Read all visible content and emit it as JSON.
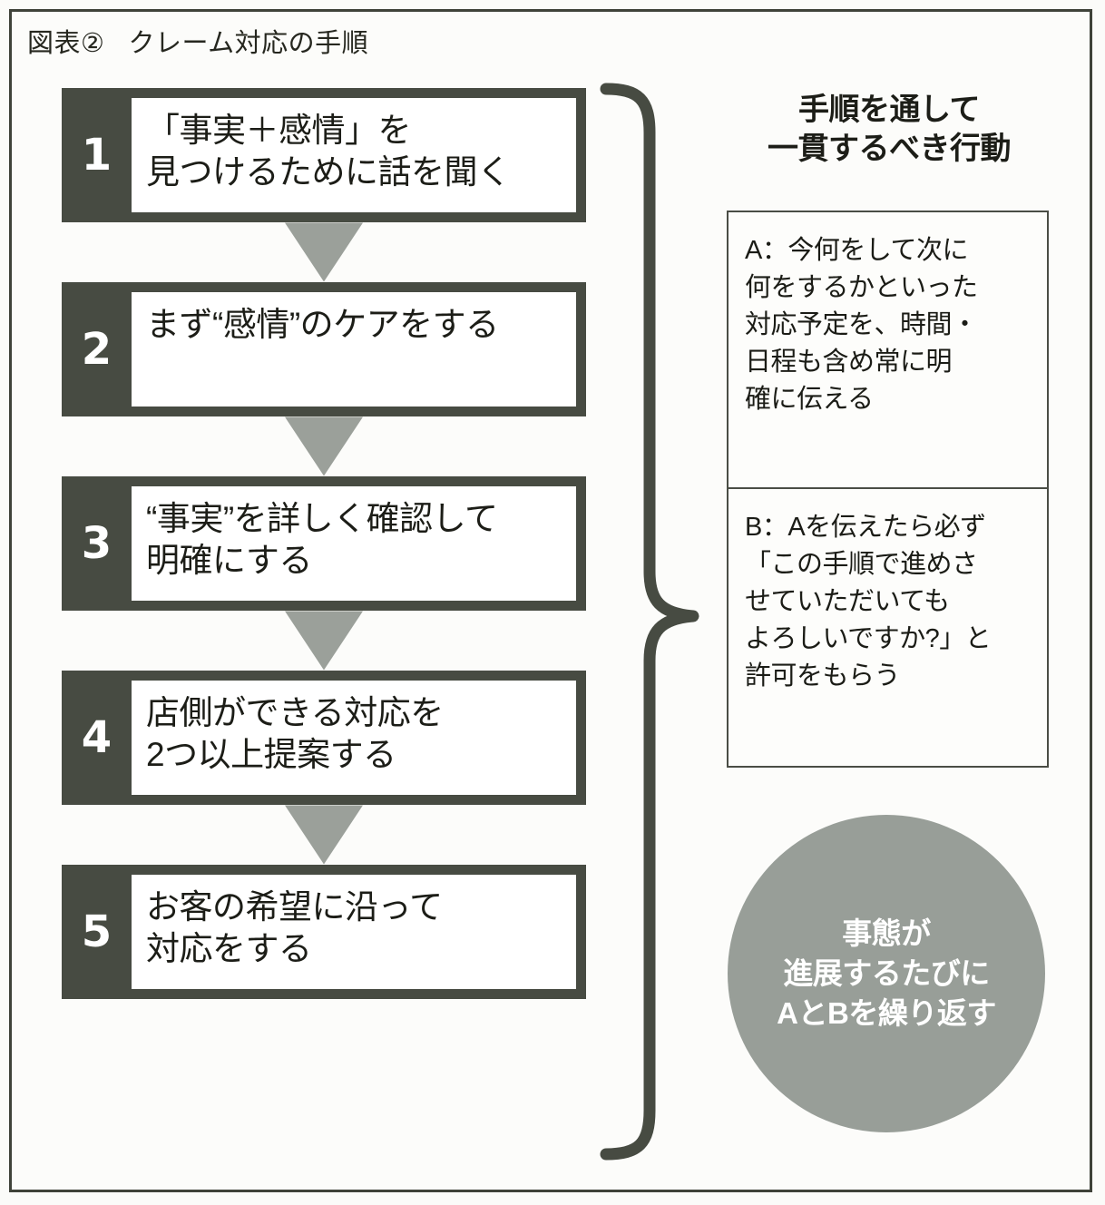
{
  "figure": {
    "label": "図表②",
    "title": "クレーム対応の手順"
  },
  "steps": [
    {
      "number": "1",
      "text": "「事実＋感情」を\n見つけるために話を聞く"
    },
    {
      "number": "2",
      "text": "まず“感情”のケアをする"
    },
    {
      "number": "3",
      "text": "“事実”を詳しく確認して\n明確にする"
    },
    {
      "number": "4",
      "text": "店側ができる対応を\n2つ以上提案する"
    },
    {
      "number": "5",
      "text": "お客の希望に沿って\n対応をする"
    }
  ],
  "right_panel": {
    "heading": "手順を通して\n一貫するべき行動",
    "items": [
      {
        "key": "A",
        "text": "A：今何をして次に\n何をするかといった\n対応予定を、時間・\n日程も含め常に明\n確に伝える"
      },
      {
        "key": "B",
        "text": "B：Aを伝えたら必ず\n「この手順で進めさ\nせていただいても\nよろしいですか?」と\n許可をもらう"
      }
    ],
    "loop_note": "事態が\n進展するたびに\nAとBを繰り返す"
  },
  "colors": {
    "dark": "#474b42",
    "arrow_gray": "#9ba09a",
    "circle_gray": "#989e98",
    "paper": "#fbfbf9",
    "text": "#1c1d17"
  }
}
